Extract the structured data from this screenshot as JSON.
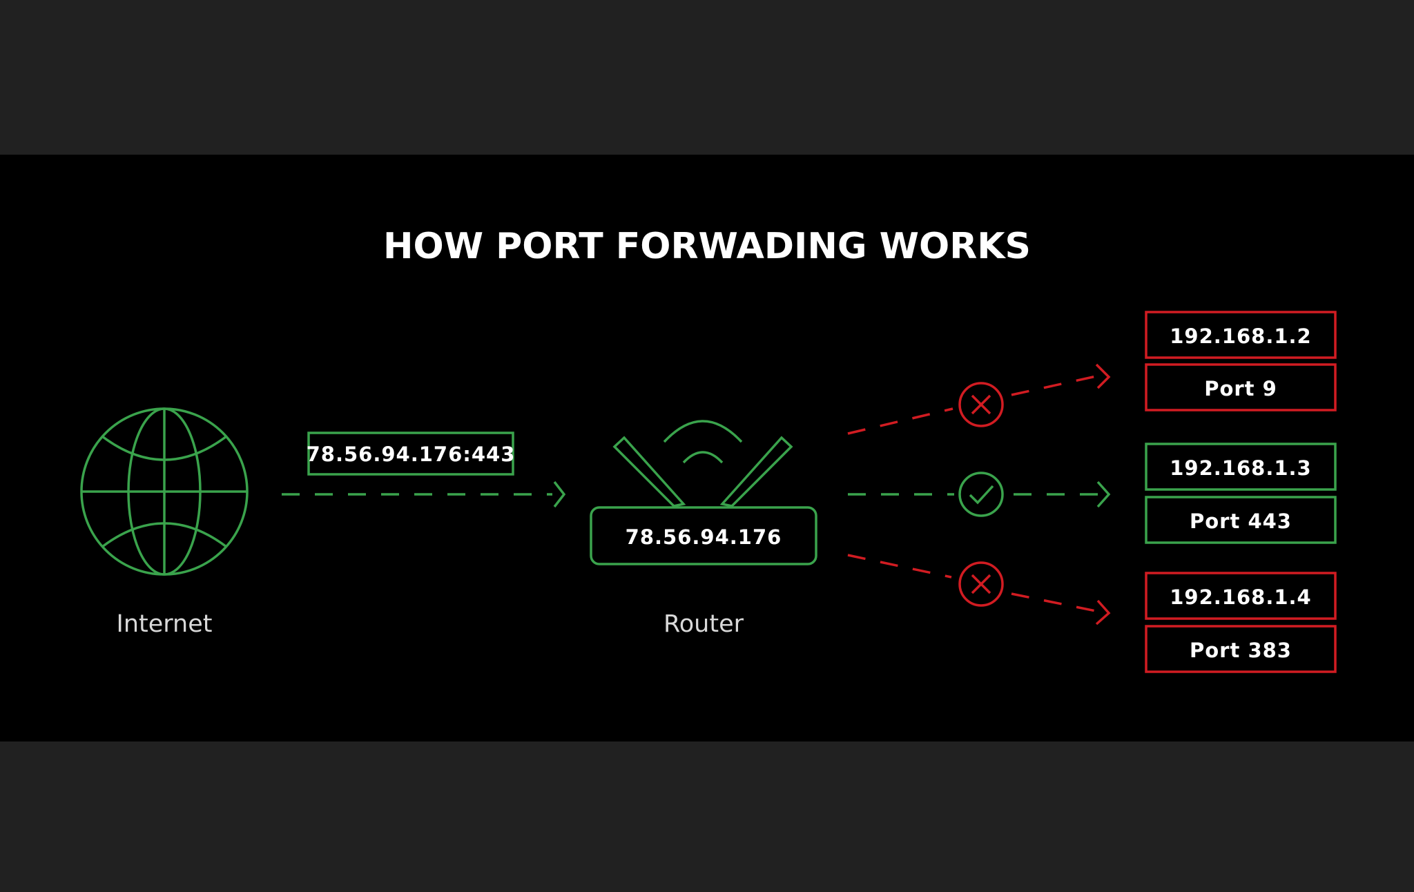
{
  "title": "HOW PORT FORWADING WORKS",
  "internet": {
    "label": "Internet",
    "icon": "globe-icon"
  },
  "request": {
    "address": "78.56.94.176:443"
  },
  "router": {
    "label": "Router",
    "ip": "78.56.94.176",
    "icon": "router-icon"
  },
  "destinations": [
    {
      "ip": "192.168.1.2",
      "port": "Port 9",
      "status": "blocked",
      "status_icon": "x-circle-icon"
    },
    {
      "ip": "192.168.1.3",
      "port": "Port 443",
      "status": "allowed",
      "status_icon": "check-circle-icon"
    },
    {
      "ip": "192.168.1.4",
      "port": "Port 383",
      "status": "blocked",
      "status_icon": "x-circle-icon"
    }
  ],
  "colors": {
    "allowed": "#3aa34c",
    "blocked": "#d11c22",
    "background": "#000000",
    "outer_background": "#212121",
    "text": "#ffffff"
  }
}
